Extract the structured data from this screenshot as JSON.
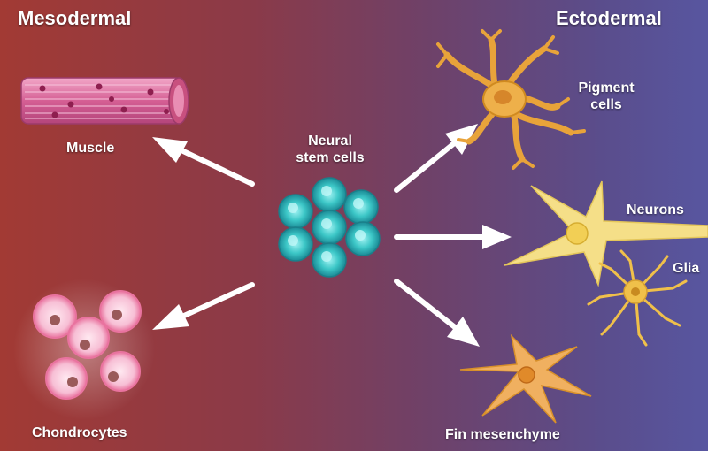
{
  "headers": {
    "left": "Mesodermal",
    "right": "Ectodermal"
  },
  "center": {
    "line1": "Neural",
    "line2": "stem cells"
  },
  "targets": {
    "muscle": "Muscle",
    "chondrocytes": "Chondrocytes",
    "pigment_line1": "Pigment",
    "pigment_line2": "cells",
    "neurons": "Neurons",
    "glia": "Glia",
    "fin": "Fin mesenchyme"
  },
  "colors": {
    "arrow": "#ffffff",
    "stem_cell": "#36c4c4",
    "muscle": "#d55f94",
    "chondrocyte": "#f5c0d4",
    "pigment": "#e8a33a",
    "neuron": "#f5df88",
    "glia": "#f0c04a",
    "fin": "#f0b060"
  }
}
